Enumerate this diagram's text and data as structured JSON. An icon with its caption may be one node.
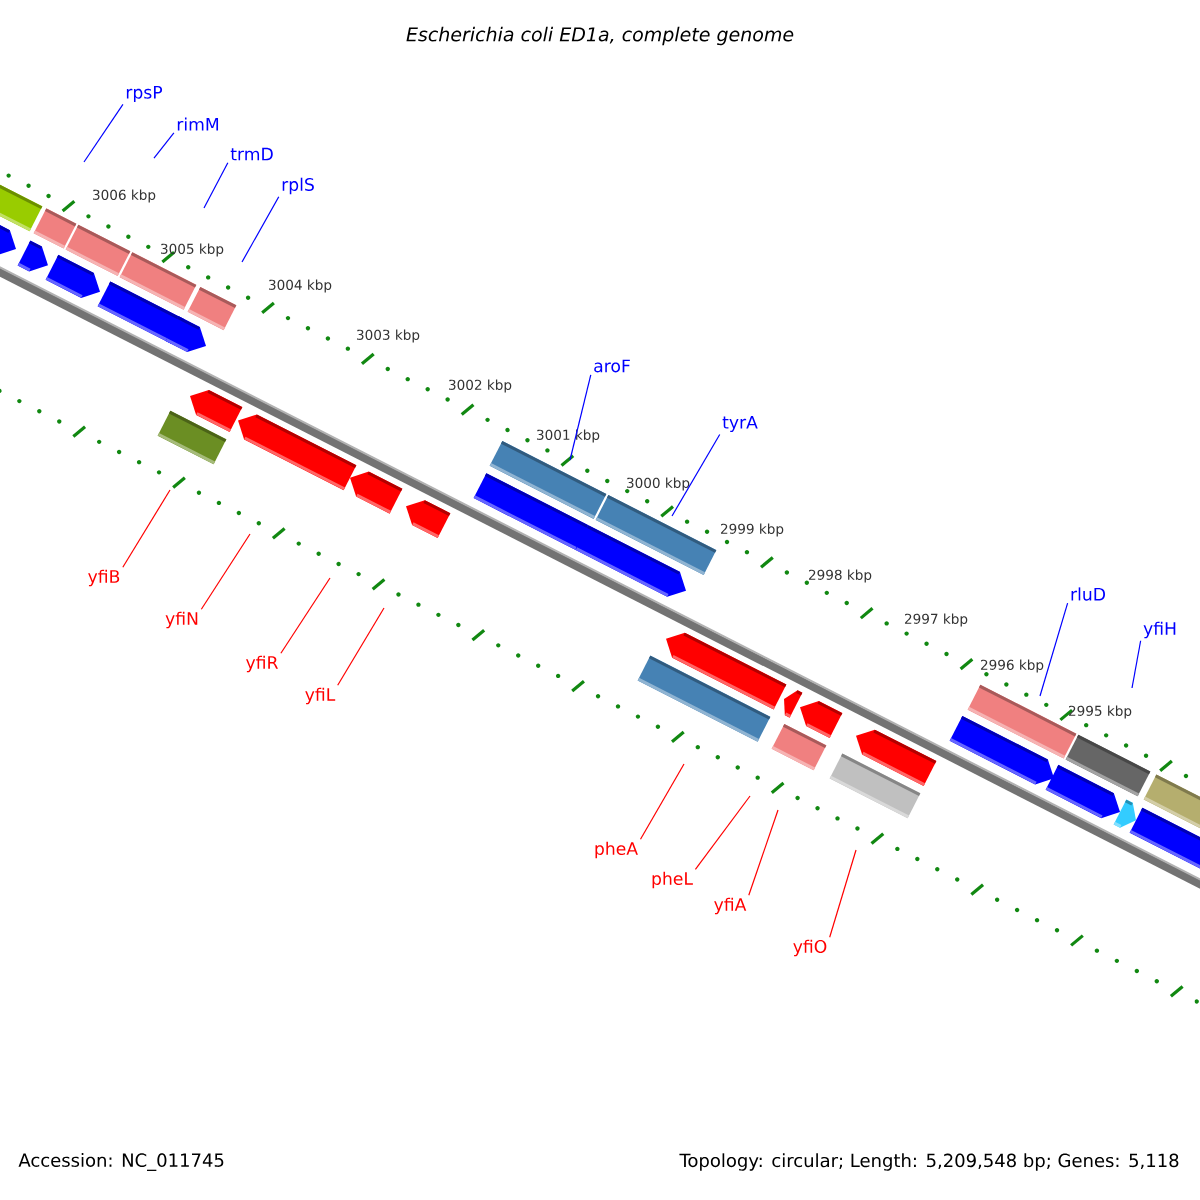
{
  "diagram": {
    "title": "Escherichia coli ED1a, complete genome",
    "nodes": [
      {
        "text": [
          "rpsP"
        ]
      },
      {
        "text": [
          "rimM"
        ]
      },
      {
        "text": [
          "trmD"
        ]
      },
      {
        "text": [
          "rplS"
        ]
      },
      {
        "text": [
          "aroF"
        ]
      },
      {
        "text": [
          "tyrA"
        ]
      },
      {
        "text": [
          "rluD"
        ]
      },
      {
        "text": [
          "yfiH"
        ]
      },
      {
        "text": [
          "yfiB"
        ]
      },
      {
        "text": [
          "yfiN"
        ]
      },
      {
        "text": [
          "yfiR"
        ]
      },
      {
        "text": [
          "yfiL"
        ]
      },
      {
        "text": [
          "pheA"
        ]
      },
      {
        "text": [
          "pheL"
        ]
      },
      {
        "text": [
          "yfiA"
        ]
      },
      {
        "text": [
          "yfiO"
        ]
      }
    ],
    "edges": [
      {
        "from": 0,
        "to": null,
        "arrow": "none",
        "color": "#0000ff"
      },
      {
        "from": 1,
        "to": null,
        "arrow": "none",
        "color": "#0000ff"
      },
      {
        "from": 2,
        "to": null,
        "arrow": "none",
        "color": "#0000ff"
      },
      {
        "from": 3,
        "to": null,
        "arrow": "none",
        "color": "#0000ff"
      },
      {
        "from": 4,
        "to": null,
        "arrow": "none",
        "color": "#0000ff"
      },
      {
        "from": 5,
        "to": null,
        "arrow": "none",
        "color": "#0000ff"
      },
      {
        "from": 6,
        "to": null,
        "arrow": "none",
        "color": "#0000ff"
      },
      {
        "from": 7,
        "to": null,
        "arrow": "none",
        "color": "#0000ff"
      },
      {
        "from": 8,
        "to": null,
        "arrow": "none",
        "color": "#ff0000"
      },
      {
        "from": 9,
        "to": null,
        "arrow": "none",
        "color": "#ff0000"
      },
      {
        "from": 10,
        "to": null,
        "arrow": "none",
        "color": "#ff0000"
      },
      {
        "from": 11,
        "to": null,
        "arrow": "none",
        "color": "#ff0000"
      },
      {
        "from": 12,
        "to": null,
        "arrow": "none",
        "color": "#ff0000"
      },
      {
        "from": 13,
        "to": null,
        "arrow": "none",
        "color": "#ff0000"
      },
      {
        "from": 14,
        "to": null,
        "arrow": "none",
        "color": "#ff0000"
      },
      {
        "from": 15,
        "to": null,
        "arrow": "none",
        "color": "#ff0000"
      }
    ],
    "labels": [
      "3006 kbp",
      "3005 kbp",
      "3004 kbp",
      "3003 kbp",
      "3002 kbp",
      "3001 kbp",
      "3000 kbp",
      "2999 kbp",
      "2998 kbp",
      "2997 kbp",
      "2996 kbp",
      "2995 kbp",
      "Accession: NC_011745",
      "Topology: circular; Length: 5,209,548 bp; Genes: 5,118"
    ]
  }
}
